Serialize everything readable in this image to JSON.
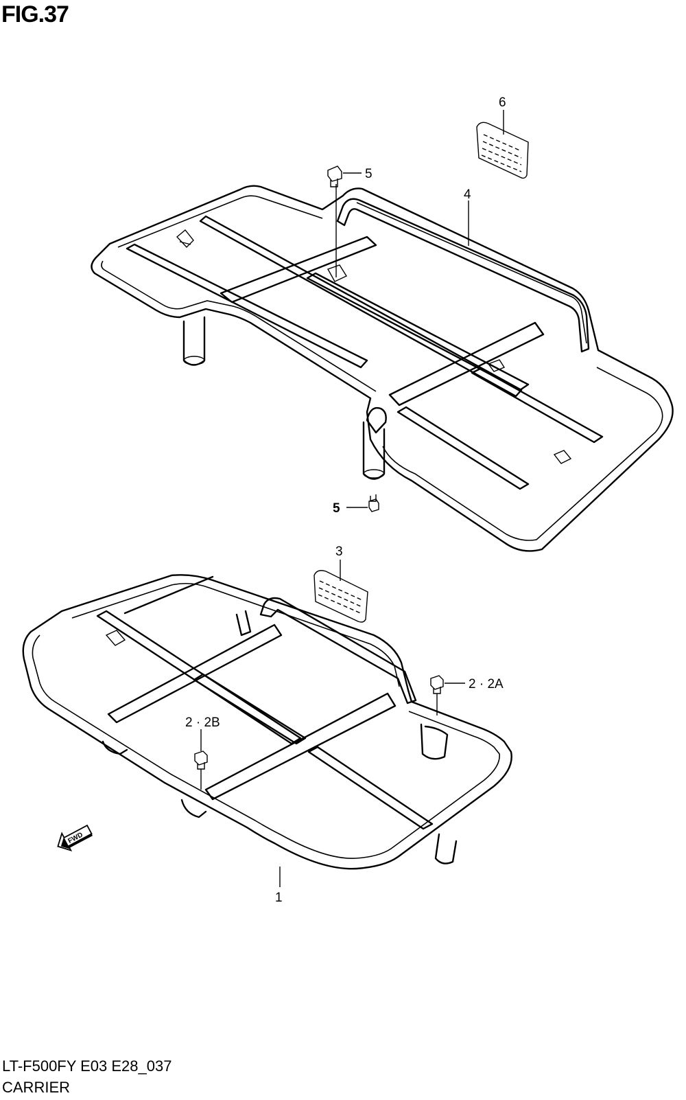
{
  "figure": {
    "title": "FIG.37"
  },
  "footer": {
    "model_code": "LT-F500FY E03 E28_037",
    "section": "CARRIER"
  },
  "callouts": {
    "c1": "1",
    "c2a": "2 · 2A",
    "c2b": "2 · 2B",
    "c3": "3",
    "c4": "4",
    "c5_top": "5",
    "c5_bottom": "5",
    "c6": "6"
  },
  "direction_marker": {
    "text": "FWD",
    "icon": "forward-arrow-icon"
  }
}
